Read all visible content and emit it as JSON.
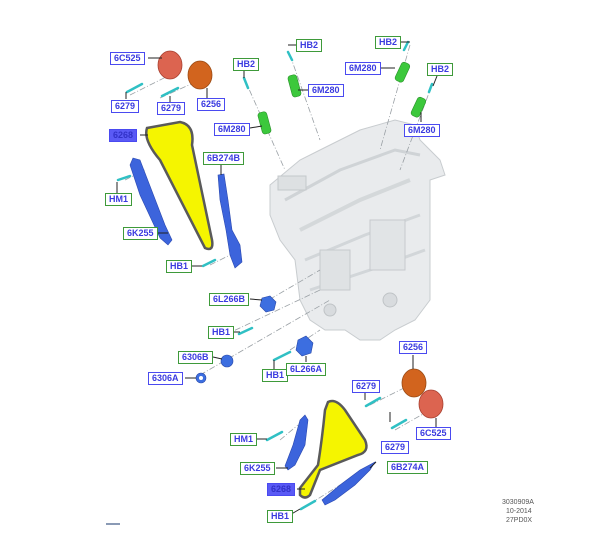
{
  "diagram": {
    "type": "exploded-parts-diagram",
    "subject": "Engine timing chain components",
    "colors": {
      "callout_blue_border": "#4a4af0",
      "callout_green_border": "#3e9a3a",
      "callout_text": "#3a3ae0",
      "chain_fill": "#f5f500",
      "chain_outline": "#555555",
      "guide_blue": "#3c64dc",
      "sprocket_orange": "#d2641e",
      "sprocket_red": "#dc6450",
      "solenoid_green": "#3cc83c",
      "bolt_cyan": "#3ccfd2",
      "engine_gray": "#e6e8ea"
    },
    "callouts": [
      {
        "id": "c1",
        "label": "6C525",
        "style": "blue"
      },
      {
        "id": "c2",
        "label": "6279",
        "style": "blue"
      },
      {
        "id": "c3",
        "label": "6279",
        "style": "blue"
      },
      {
        "id": "c4",
        "label": "6256",
        "style": "blue"
      },
      {
        "id": "c5",
        "label": "HB2",
        "style": "green"
      },
      {
        "id": "c6",
        "label": "HB2",
        "style": "green"
      },
      {
        "id": "c7",
        "label": "6M280",
        "style": "blue"
      },
      {
        "id": "c8",
        "label": "6M280",
        "style": "blue"
      },
      {
        "id": "c9",
        "label": "HB2",
        "style": "green"
      },
      {
        "id": "c10",
        "label": "6M280",
        "style": "blue"
      },
      {
        "id": "c11",
        "label": "HB2",
        "style": "green"
      },
      {
        "id": "c12",
        "label": "6M280",
        "style": "blue"
      },
      {
        "id": "c13",
        "label": "6268",
        "style": "filled"
      },
      {
        "id": "c14",
        "label": "6B274B",
        "style": "green"
      },
      {
        "id": "c15",
        "label": "HM1",
        "style": "green"
      },
      {
        "id": "c16",
        "label": "6K255",
        "style": "green"
      },
      {
        "id": "c17",
        "label": "HB1",
        "style": "green"
      },
      {
        "id": "c18",
        "label": "6L266B",
        "style": "green"
      },
      {
        "id": "c19",
        "label": "HB1",
        "style": "green"
      },
      {
        "id": "c20",
        "label": "6306B",
        "style": "green"
      },
      {
        "id": "c21",
        "label": "6306A",
        "style": "blue"
      },
      {
        "id": "c22",
        "label": "HB1",
        "style": "green"
      },
      {
        "id": "c23",
        "label": "6L266A",
        "style": "green"
      },
      {
        "id": "c24",
        "label": "6256",
        "style": "blue"
      },
      {
        "id": "c25",
        "label": "6279",
        "style": "blue"
      },
      {
        "id": "c26",
        "label": "HM1",
        "style": "green"
      },
      {
        "id": "c27",
        "label": "6279",
        "style": "blue"
      },
      {
        "id": "c28",
        "label": "6C525",
        "style": "blue"
      },
      {
        "id": "c29",
        "label": "6K255",
        "style": "green"
      },
      {
        "id": "c30",
        "label": "6B274A",
        "style": "green"
      },
      {
        "id": "c31",
        "label": "6268",
        "style": "filled"
      },
      {
        "id": "c32",
        "label": "HB1",
        "style": "green"
      }
    ],
    "footer": {
      "line1": "3030909A",
      "line2": "10-2014",
      "line3": "27PD0X"
    }
  }
}
